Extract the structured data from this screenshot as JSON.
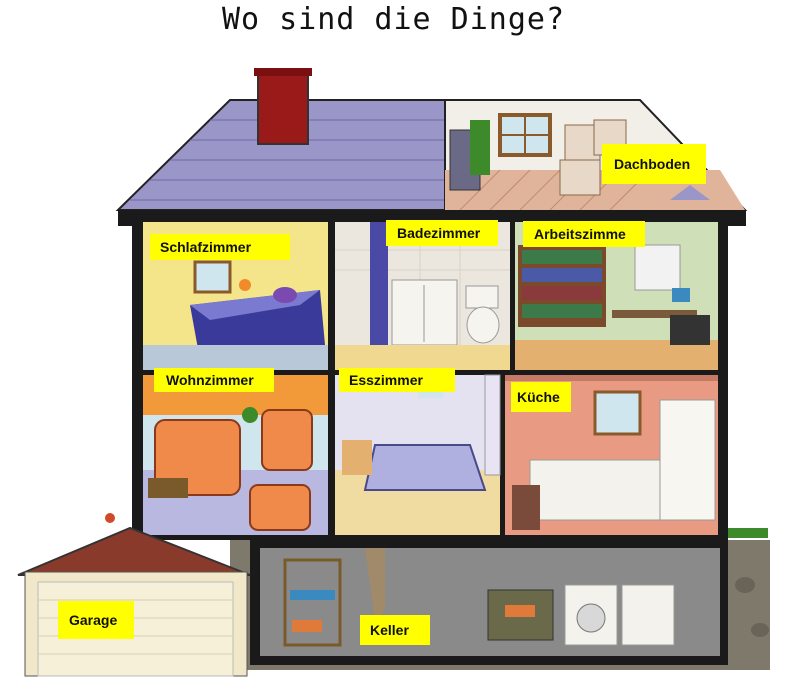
{
  "title": "Wo sind die Dinge?",
  "rooms": {
    "dachboden": "Dachboden",
    "schlafzimmer": "Schlafzimmer",
    "badezimmer": "Badezimmer",
    "arbeitszimmer": "Arbeitszimme",
    "wohnzimmer": "Wohnzimmer",
    "esszimmer": "Esszimmer",
    "kueche": "Küche",
    "garage": "Garage",
    "keller": "Keller"
  },
  "colors": {
    "roof": "#9a96c8",
    "chimney": "#9a1a1a",
    "walls": "#111111",
    "label_bg": "#ffff00",
    "ground": "#7a7466"
  }
}
